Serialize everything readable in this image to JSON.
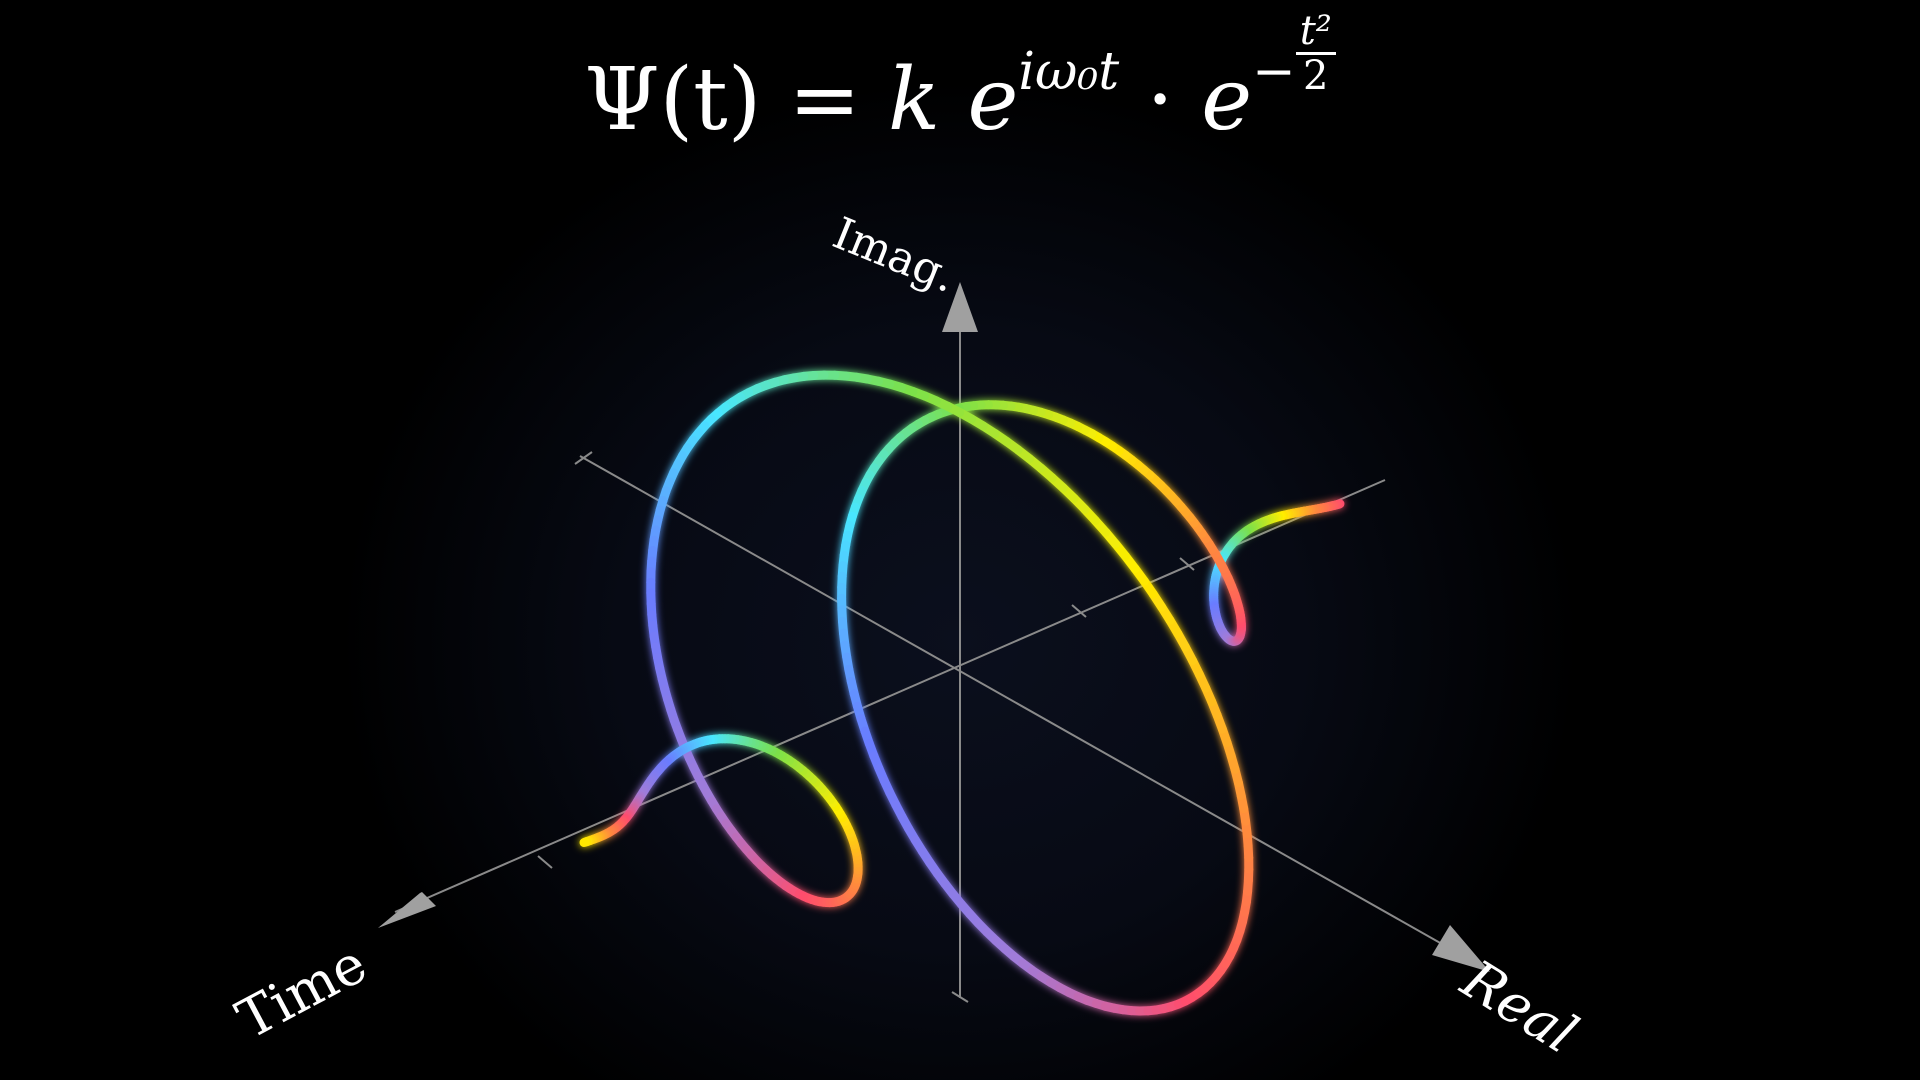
{
  "equation": {
    "psi": "Ψ",
    "lhs_arg": "(t)",
    "equals": " = ",
    "k": "k",
    "e1": "e",
    "exp1": "iω₀t",
    "dot": "·",
    "e2": "e",
    "exp2_sign": "−",
    "exp2_num": "t²",
    "exp2_den": "2"
  },
  "axes": {
    "imag_label": "Imag.",
    "real_label": "Real",
    "time_label": "Time"
  },
  "colors": {
    "background": "#000000",
    "axis": "#8a8a8a",
    "arrow": "#a0a0a0",
    "text": "#ffffff",
    "spectrum": [
      "#ff4d6d",
      "#ff8a3d",
      "#ffee00",
      "#7be04a",
      "#49e6ff",
      "#6a7bff",
      "#a07bd9"
    ]
  }
}
